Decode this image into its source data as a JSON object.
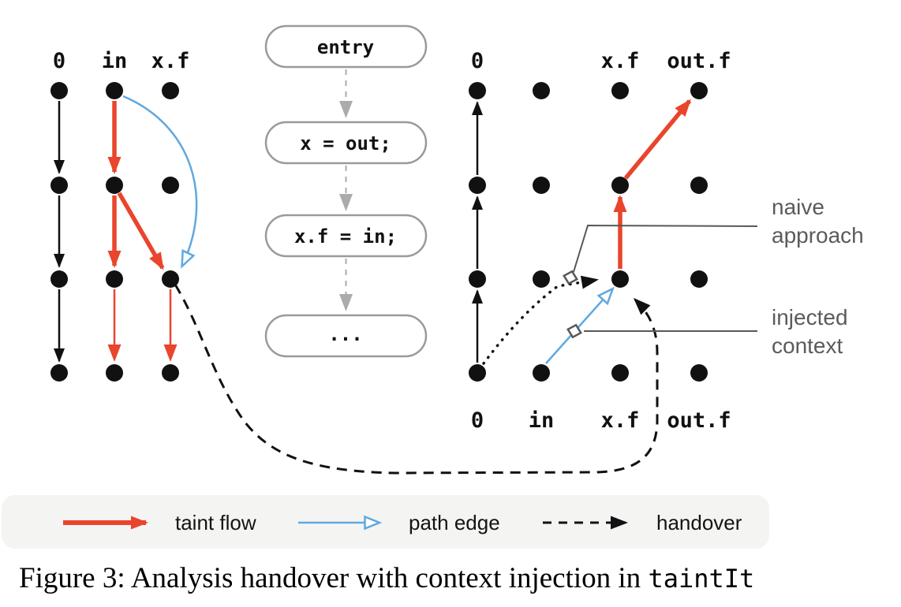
{
  "figure": {
    "caption_prefix": "Figure 3: Analysis handover with context injection in ",
    "caption_code": "taintIt"
  },
  "colors": {
    "taint_flow": "#E9452C",
    "path_edge": "#5FA8E0",
    "handover": "#111111",
    "cfg_border": "#9A9A9A",
    "cfg_arrow": "#ABABAB",
    "callout": "#58585A",
    "legend_bg": "#F4F4F3"
  },
  "left_graph": {
    "top_labels": [
      "0",
      "in",
      "x.f"
    ]
  },
  "cfg": {
    "nodes": [
      "entry",
      "x = out;",
      "x.f = in;",
      "..."
    ]
  },
  "right_graph": {
    "top_labels": [
      "0",
      "x.f",
      "out.f"
    ],
    "bottom_labels": [
      "0",
      "in",
      "x.f",
      "out.f"
    ]
  },
  "annotations": {
    "naive": {
      "line1": "naive",
      "line2": "approach"
    },
    "injected": {
      "line1": "injected",
      "line2": "context"
    }
  },
  "legend": {
    "items": [
      {
        "type": "taint-flow",
        "label": "taint flow"
      },
      {
        "type": "path-edge",
        "label": "path edge"
      },
      {
        "type": "handover",
        "label": "handover"
      }
    ]
  }
}
